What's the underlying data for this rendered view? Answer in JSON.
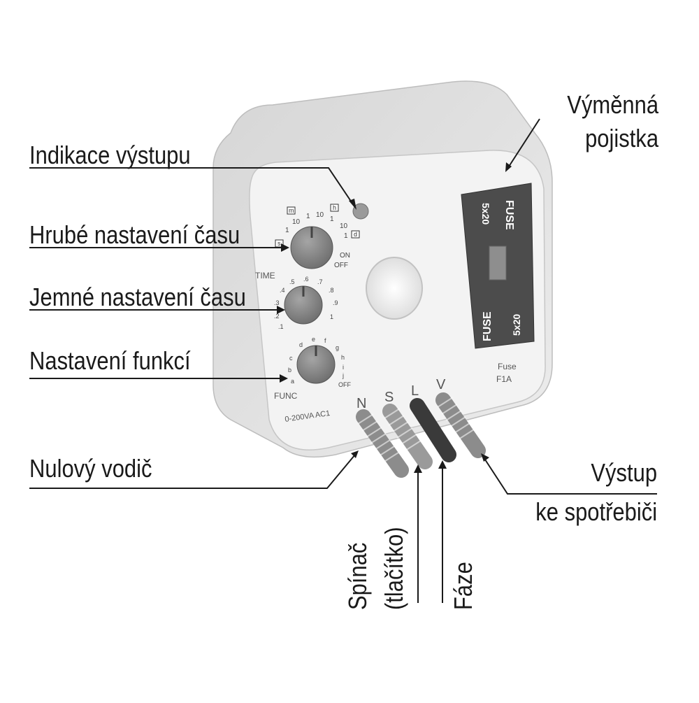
{
  "callouts": {
    "output_indicator": "Indikace výstupu",
    "coarse_time": "Hrubé nastavení času",
    "fine_time": "Jemné nastavení času",
    "function_setting": "Nastavení funkcí",
    "neutral": "Nulový vodič",
    "fuse_line1": "Výměnná",
    "fuse_line2": "pojistka",
    "output_line1": "Výstup",
    "output_line2": "ke spotřebiči",
    "switch_line1": "Spínač",
    "switch_line2": "(tlačítko)",
    "phase": "Fáze"
  },
  "device": {
    "time_label": "TIME",
    "func_label": "FUNC",
    "rating": "0-200VA AC1",
    "fuse_block_1": "FUSE",
    "fuse_block_2": "5x20",
    "fuse_rating_1": "Fuse",
    "fuse_rating_2": "F1A",
    "terminals": [
      "N",
      "S",
      "L",
      "V"
    ],
    "coarse_dial_marks": [
      "1",
      "10",
      "1",
      "10",
      "1",
      "10",
      "1",
      "ON",
      "OFF"
    ],
    "unit_marks": [
      "m",
      "h",
      "d",
      "s"
    ],
    "fine_dial_marks": [
      ".1",
      ".2",
      ".3",
      ".4",
      ".5",
      ".6",
      ".7",
      ".8",
      ".9",
      "1"
    ],
    "func_dial_marks": [
      "a",
      "b",
      "c",
      "d",
      "e",
      "f",
      "g",
      "h",
      "i",
      "j",
      "OFF"
    ]
  },
  "colors": {
    "body": "#f0f0f0",
    "body_shadow": "#c9c9c9",
    "dial": "#8a8a8a",
    "fuse_holder": "#4a4a4a",
    "terminal_l": "#3a3a3a",
    "terminal": "#8c8c8c",
    "leader": "#1a1a1a"
  }
}
